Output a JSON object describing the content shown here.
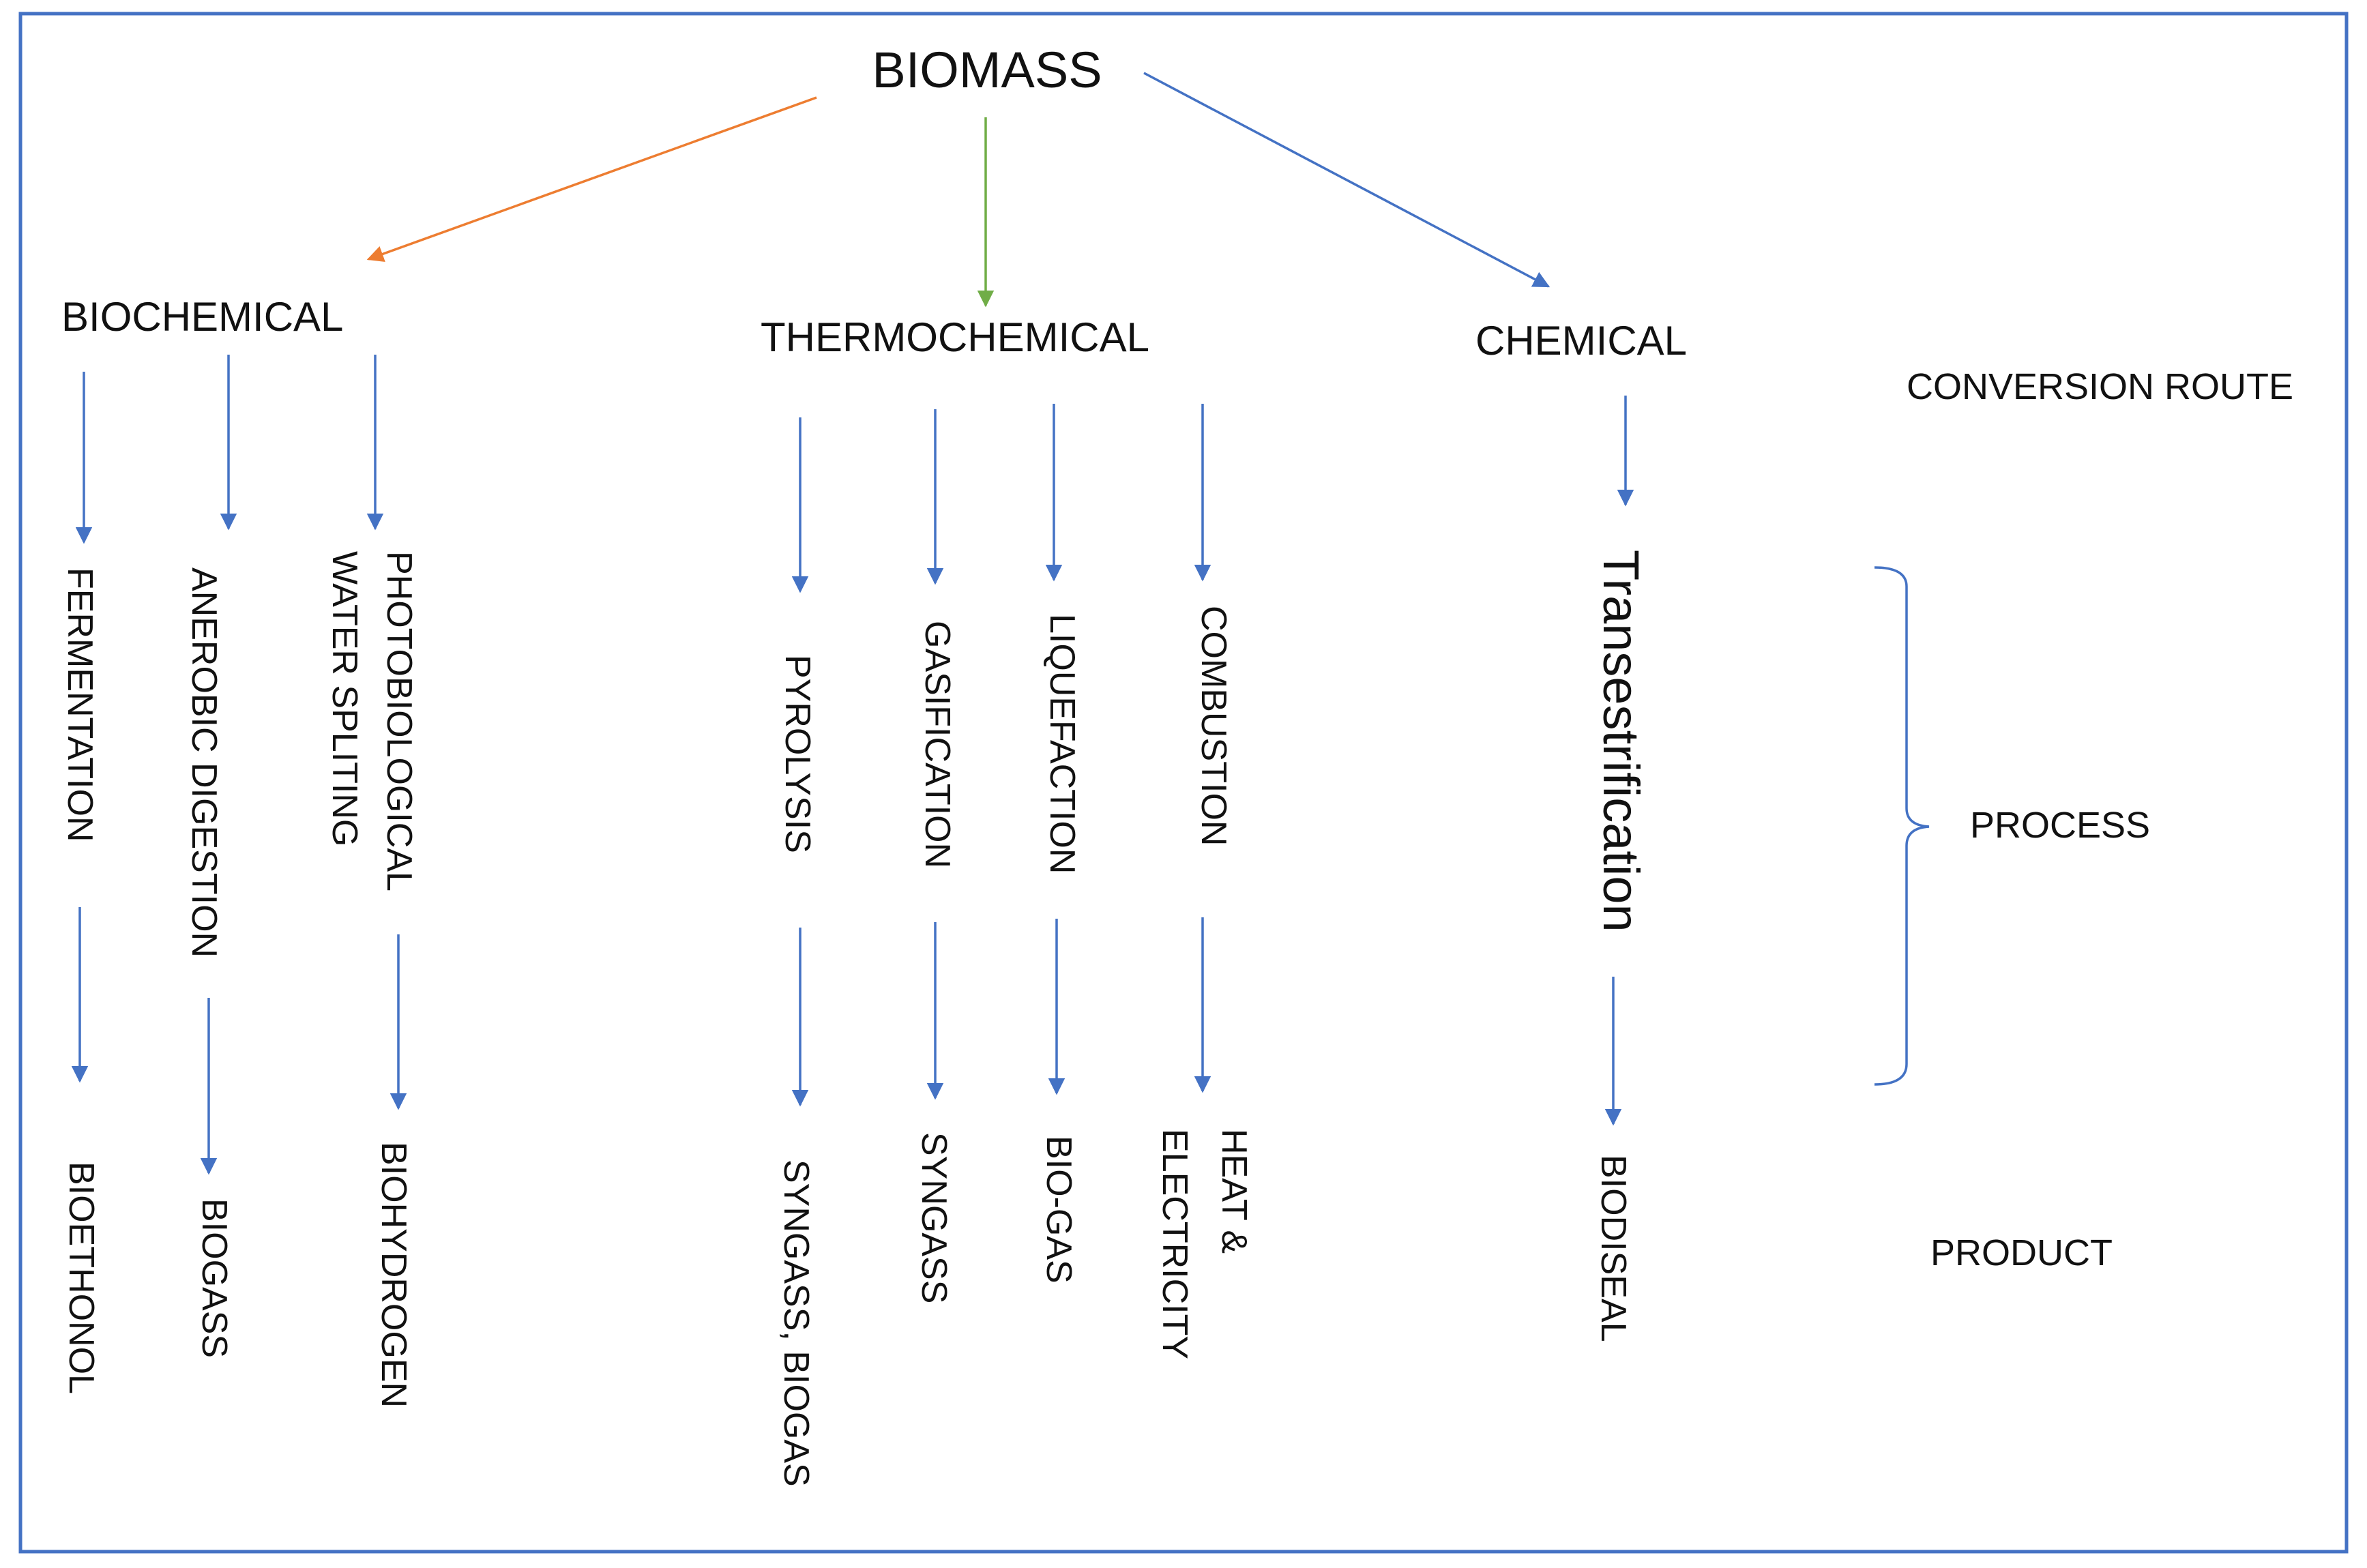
{
  "colors": {
    "frame": "#4472C4",
    "arrow_primary": "#4472C4",
    "arrow_biochemical": "#ED7D31",
    "arrow_thermochemical": "#70AD47",
    "text": "#111111"
  },
  "root": {
    "label": "BIOMASS"
  },
  "routes": {
    "biochemical": "BIOCHEMICAL",
    "thermochemical": "THERMOCHEMICAL",
    "chemical": "CHEMICAL"
  },
  "processes": {
    "fermentation": "FERMENTATION",
    "anaerobic_digestion": "ANEROBIC DIGESTION",
    "photobiological_line1": "PHOTOBIOLOGICAL",
    "photobiological_line2": "WATER SPLITING",
    "pyrolysis": "PYROLYSIS",
    "gasification": "GASIFICATION",
    "liquefaction": "LIQUEFACTION",
    "combustion": "COMBUSTION",
    "transesterification": "Transestrification"
  },
  "products": {
    "bioethanol": "BIOETHONOL",
    "biogas": "BIOGASS",
    "biohydrogen": "BIOHYDROGEN",
    "syngas_biogas": "SYNGASS, BIOGAS",
    "syngas": "SYNGASS",
    "bio_gas": "BIO-GAS",
    "heat_line1": "HEAT &",
    "heat_line2": "ELECTRICITY",
    "biodiesel": "BIODISEAL"
  },
  "legend": {
    "conversion_route": "CONVERSION ROUTE",
    "process": "PROCESS",
    "product": "PRODUCT"
  }
}
